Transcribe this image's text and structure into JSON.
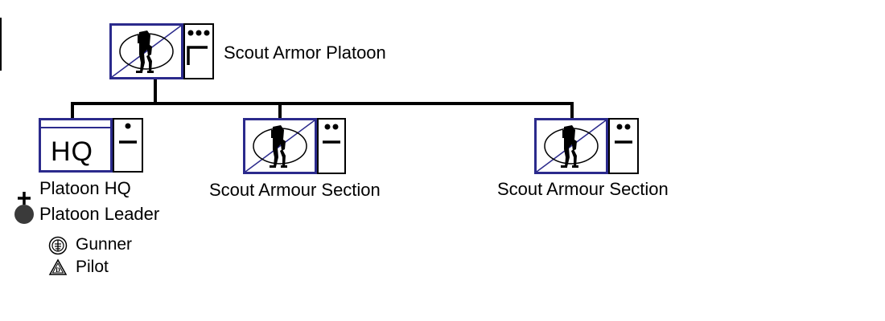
{
  "top_unit": {
    "label": "Scout Armor Platoon"
  },
  "children": [
    {
      "label": "Platoon HQ",
      "symbol_text": "HQ"
    },
    {
      "label": "Scout Armour Section"
    },
    {
      "label": "Scout Armour Section"
    }
  ],
  "hq_roster": {
    "leader": "Platoon Leader",
    "members": [
      {
        "label": "Gunner",
        "icon": "gunner-insignia-icon"
      },
      {
        "label": "Pilot",
        "icon": "pilot-insignia-icon"
      }
    ]
  },
  "colors": {
    "frame": "#2b2a8c",
    "line": "#000000",
    "leader_dot": "#3a3a3a"
  }
}
